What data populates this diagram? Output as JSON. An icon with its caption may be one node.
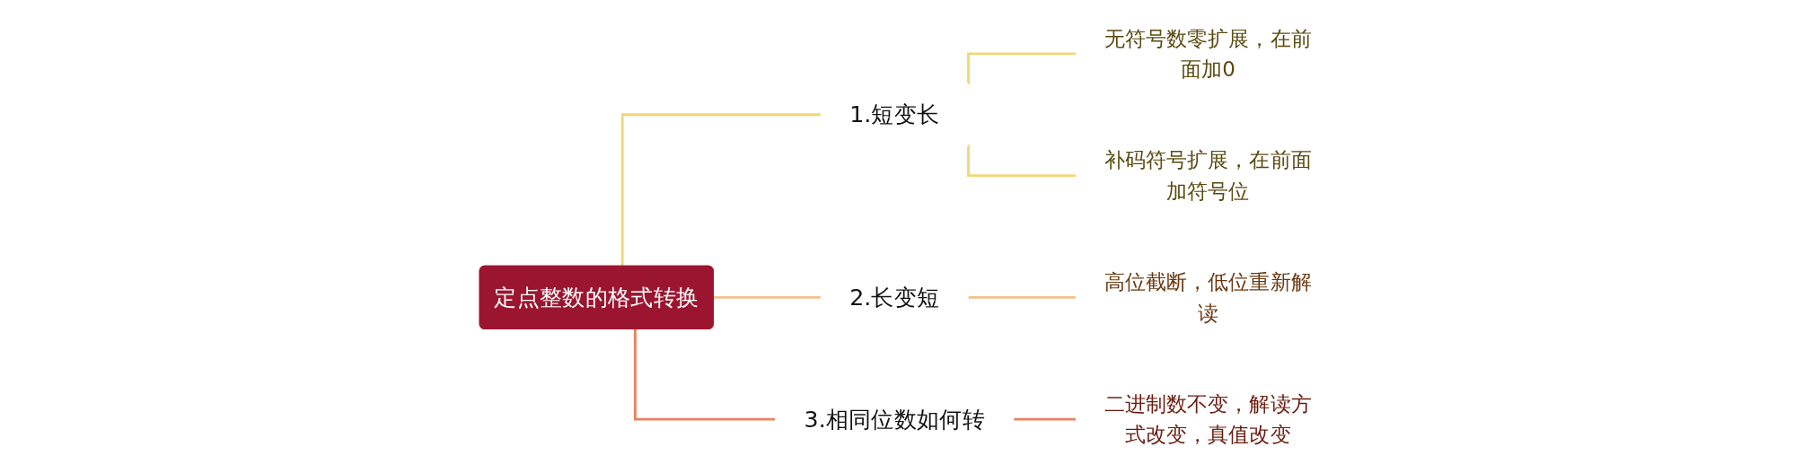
{
  "diagram": {
    "nodes": [
      {
        "text": [
          "定点整数的格式转换"
        ]
      },
      {
        "text": [
          "1.短变长"
        ]
      },
      {
        "text": [
          "无符号数零扩展，在前面加0"
        ]
      },
      {
        "text": [
          "补码符号扩展，在前面加符号位"
        ]
      },
      {
        "text": [
          "2.长变短"
        ]
      },
      {
        "text": [
          "高位截断，低位重新解读"
        ]
      },
      {
        "text": [
          "3.相同位数如何转"
        ]
      },
      {
        "text": [
          "二进制数不变，解读方式改变，真值改变"
        ]
      }
    ],
    "edges": [
      {
        "from": 0,
        "to": 1,
        "arrow": "none",
        "color": "#f0d878"
      },
      {
        "from": 0,
        "to": 4,
        "arrow": "none",
        "color": "#f5c088"
      },
      {
        "from": 0,
        "to": 6,
        "arrow": "none",
        "color": "#e8845e"
      },
      {
        "from": 1,
        "to": 2,
        "arrow": "none",
        "color": "#f0d878"
      },
      {
        "from": 1,
        "to": 3,
        "arrow": "none",
        "color": "#f0d878"
      },
      {
        "from": 4,
        "to": 5,
        "arrow": "none",
        "color": "#f5c088"
      },
      {
        "from": 6,
        "to": 7,
        "arrow": "none",
        "color": "#e8845e"
      }
    ]
  }
}
